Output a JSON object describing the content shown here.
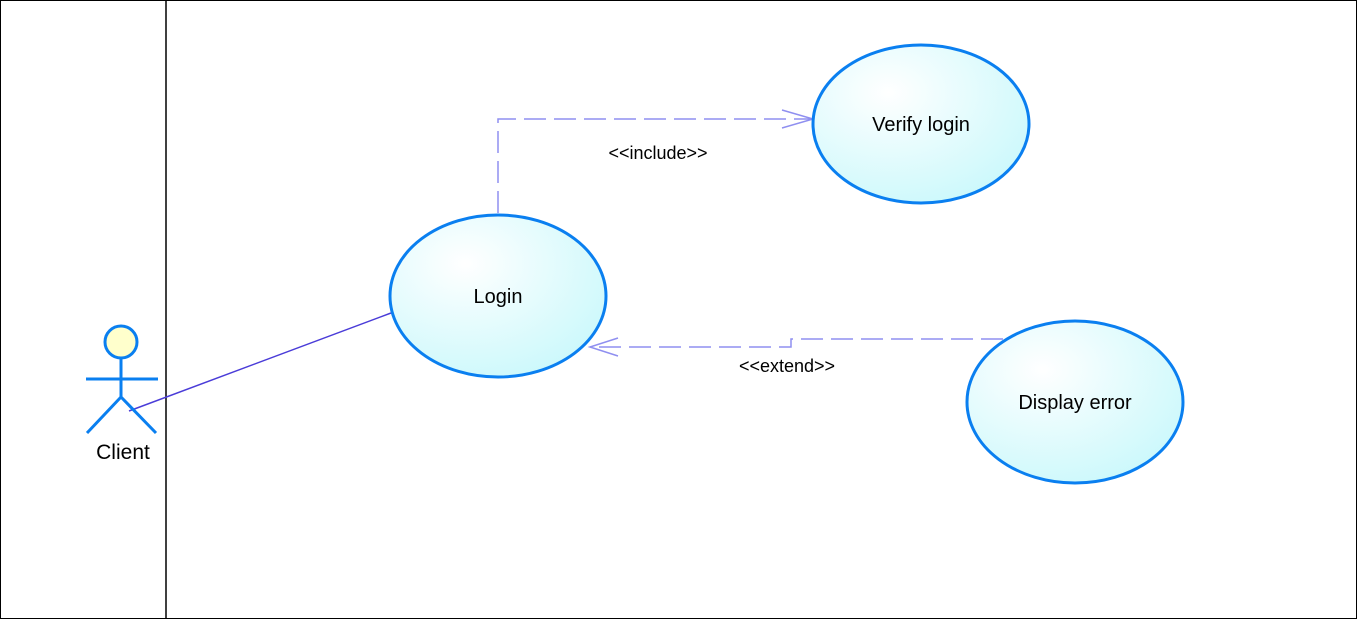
{
  "colors": {
    "border": "#000000",
    "use_case_stroke": "#0a7ff0",
    "use_case_fill_light": "#ffffff",
    "use_case_fill_dark": "#c9f8fb",
    "actor_stroke": "#0a7ff0",
    "actor_head_fill": "#ffffcc",
    "association_line": "#4a3cd8",
    "dependency_line": "#8f8ff0"
  },
  "actor": {
    "label": "Client"
  },
  "use_cases": [
    {
      "id": "login",
      "label": "Login"
    },
    {
      "id": "verify",
      "label": "Verify login"
    },
    {
      "id": "error",
      "label": "Display error"
    }
  ],
  "relations": {
    "include": {
      "label": "<<include>>"
    },
    "extend": {
      "label": "<<extend>>"
    }
  }
}
